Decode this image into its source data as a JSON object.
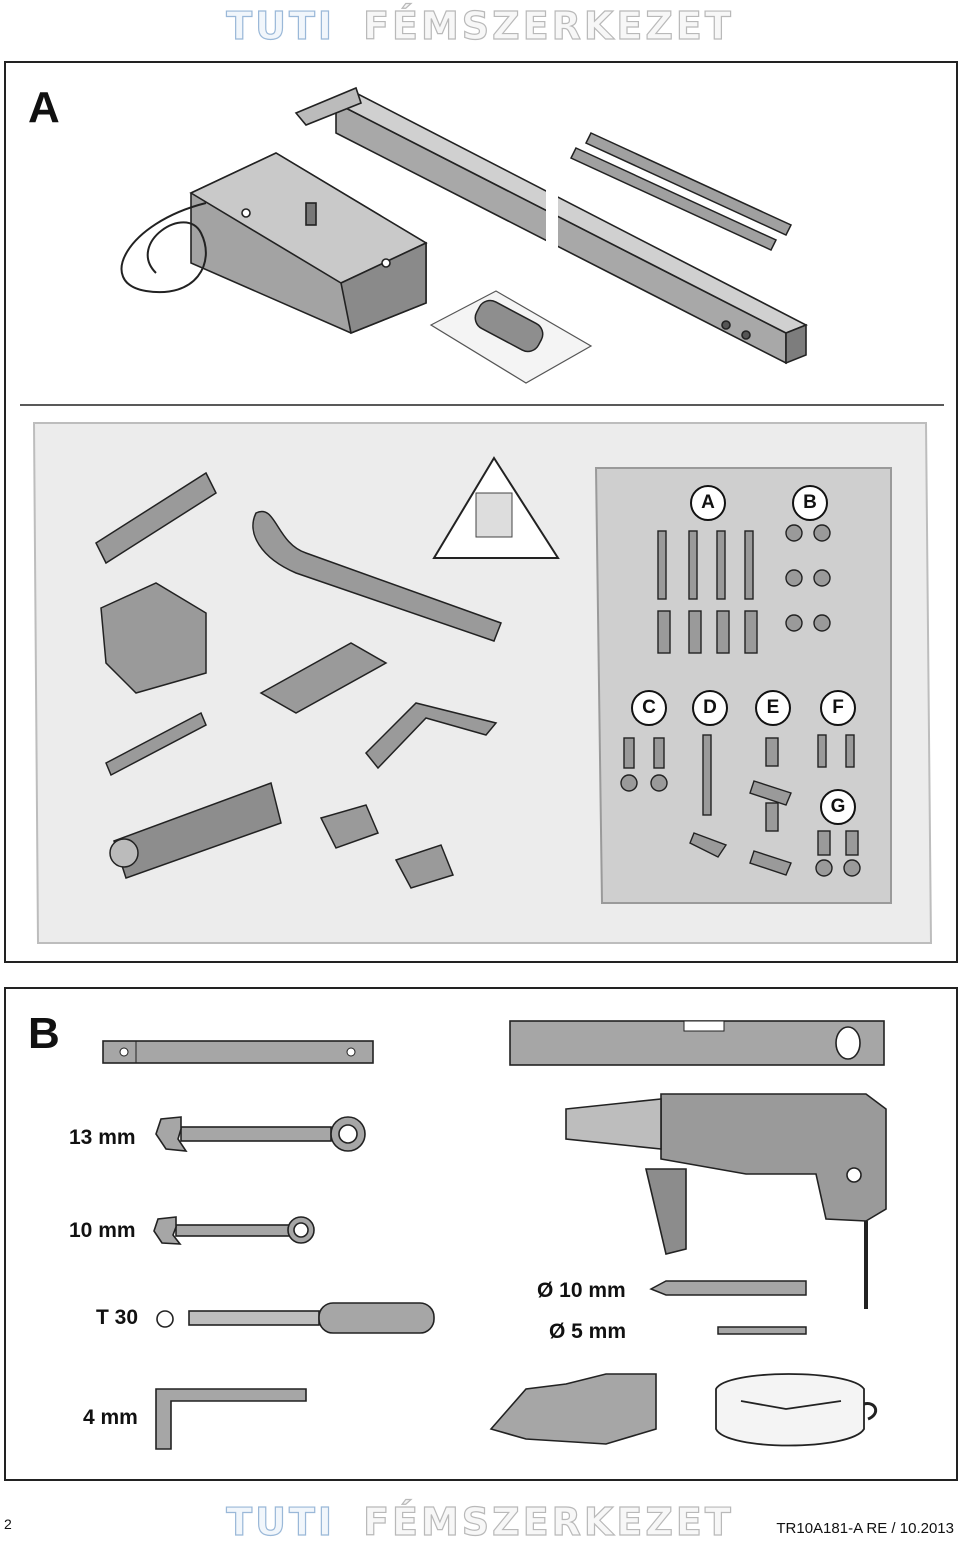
{
  "watermark": {
    "part1": "TUTI",
    "part2": "FÉMSZERKEZET"
  },
  "panel_a": {
    "letter": "A",
    "fastener_labels": [
      "A",
      "B",
      "C",
      "D",
      "E",
      "F",
      "G"
    ]
  },
  "panel_b": {
    "letter": "B",
    "tools": {
      "wrench_13": "13 mm",
      "wrench_10": "10 mm",
      "torx": "T 30",
      "hex_key": "4 mm",
      "drill_bit_10": "Ø 10 mm",
      "drill_bit_5": "Ø 5 mm"
    }
  },
  "footer": {
    "page_number": "2",
    "doc_code": "TR10A181-A RE / 10.2013"
  },
  "colors": {
    "part_gray": "#9a9a9a",
    "bag_gray": "#ececec",
    "outline": "#222222"
  }
}
